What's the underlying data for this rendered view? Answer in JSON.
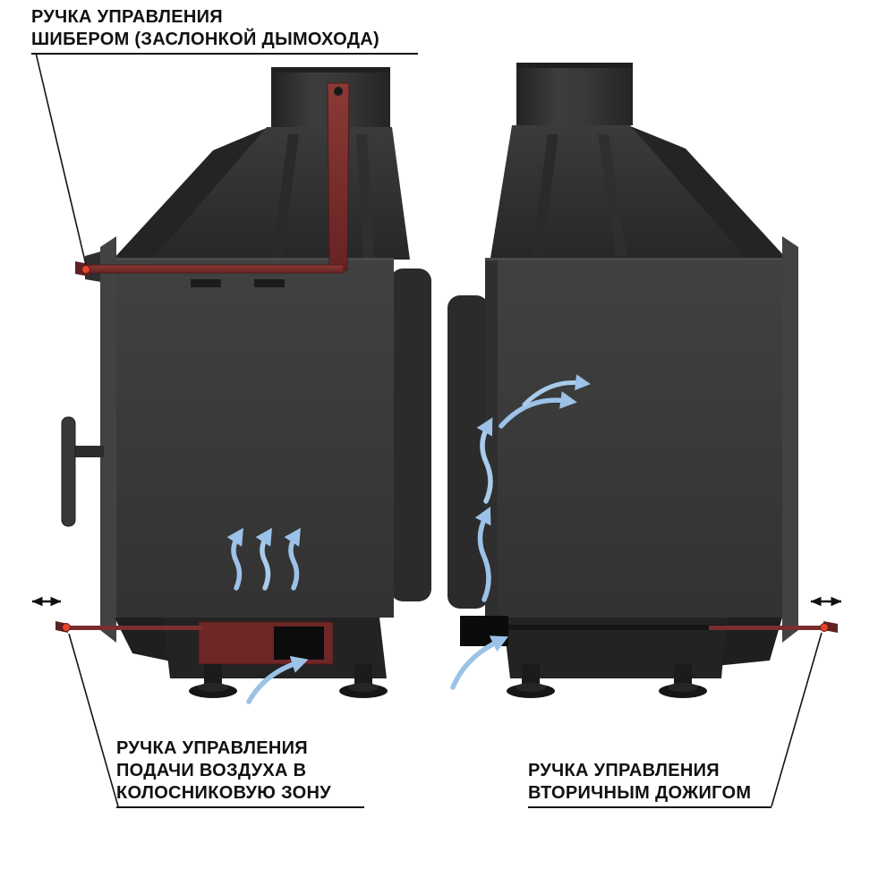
{
  "annotations": {
    "damper": {
      "lines": [
        "РУЧКА УПРАВЛЕНИЯ",
        "ШИБЕРОМ (ЗАСЛОНКОЙ ДЫМОХОДА)"
      ]
    },
    "grate_air": {
      "lines": [
        "РУЧКА УПРАВЛЕНИЯ",
        "ПОДАЧИ ВОЗДУХА В",
        "КОЛОСНИКОВУЮ ЗОНУ"
      ]
    },
    "secondary_burn": {
      "lines": [
        "РУЧКА УПРАВЛЕНИЯ",
        "ВТОРИЧНЫМ ДОЖИГОМ"
      ]
    }
  },
  "colors": {
    "stove_body": "#3a3a3a",
    "stove_dark_panel": "#262626",
    "control_rod_red": "#7b2e2e",
    "indicator_dot_red": "#e8432b",
    "airflow_blue": "#9cc2e8",
    "annotation_black": "#111111",
    "background": "#ffffff"
  },
  "icons": [
    "double-arrow-horizontal-icon-left",
    "double-arrow-horizontal-icon-right",
    "airflow-arrow-icon"
  ]
}
